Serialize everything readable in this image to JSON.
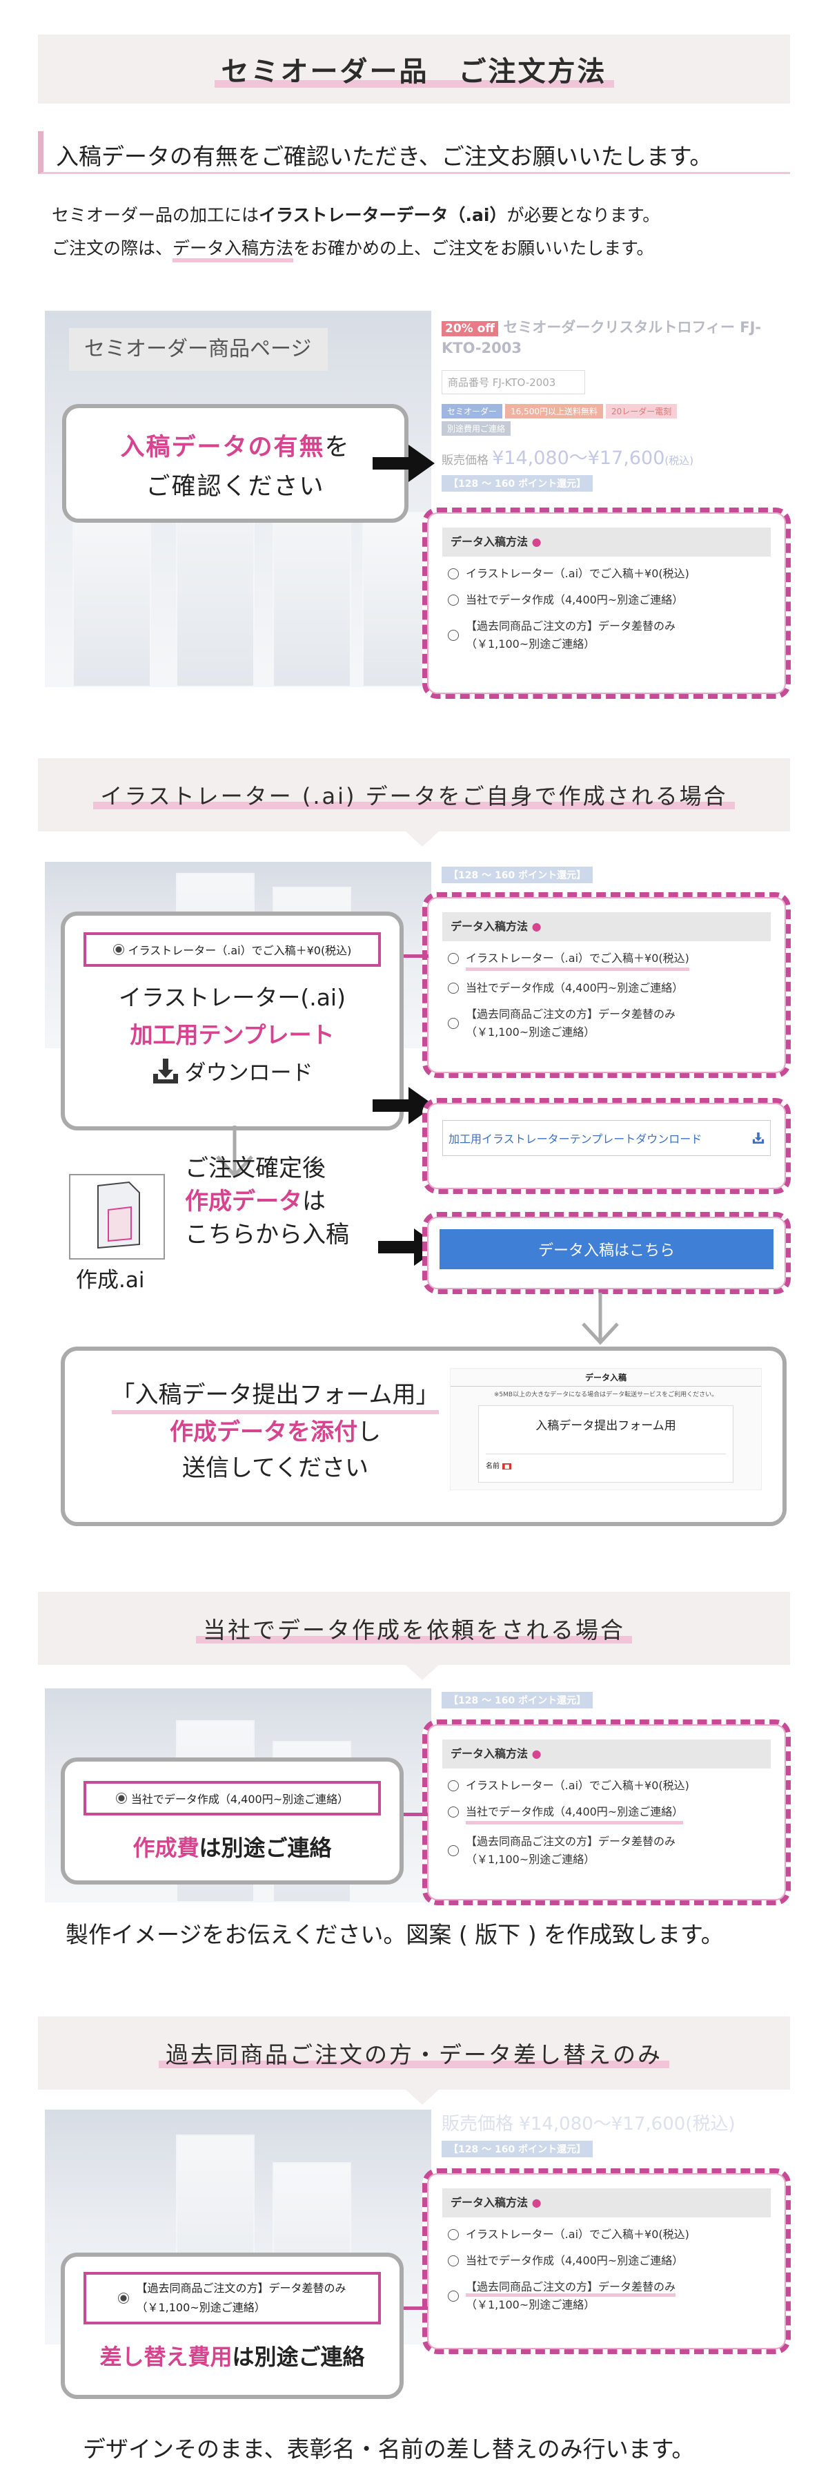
{
  "intro": {
    "title": "セミオーダー品　ご注文方法",
    "subheading": "入稿データの有無をご確認いただき、ご注文お願いいたします。",
    "line1_pre": "セミオーダー品の加工には",
    "line1_bold": "イラストレーターデータ（.ai）",
    "line1_post": "が必要となります。",
    "line2_pre": "ご注文の際は、",
    "line2_hl": "データ入稿方法",
    "line2_post": "をお確かめの上、ご注文をお願いいたします。"
  },
  "product": {
    "page_label": "セミオーダー商品ページ",
    "off_badge": "20% off",
    "name": "セミオーダークリスタルトロフィー FJ-KTO-2003",
    "code": "商品番号 FJ-KTO-2003",
    "tags": [
      "セミオーダー",
      "16,500円以上送料無料",
      "20レーダー電刻",
      "別途費用ご連絡"
    ],
    "price_label": "販売価格",
    "price": "¥14,080～¥17,600",
    "price_tax": "(税込)",
    "points": "【128 ～ 160 ポイント還元】",
    "callout_pink": "入稿データの有無",
    "callout_post": "を",
    "callout_line2": "ご確認ください"
  },
  "form": {
    "header": "データ入稿方法",
    "required_mark": "●",
    "opt1": "イラストレーター（.ai）でご入稿＋¥0(税込)",
    "opt2": "当社でデータ作成（4,400円~別途ご連絡）",
    "opt3_line1": "【過去同商品ご注文の方】データ差替のみ",
    "opt3_line2": "（￥1,100~別途ご連絡）"
  },
  "section1": {
    "title": "イラストレーター (.ai) データをご自身で作成される場合",
    "points": "【128 ～ 160 ポイント還元】",
    "selected_opt": "イラストレーター（.ai）でご入稿＋¥0(税込)",
    "callout_line1": "イラストレーター(.ai)",
    "callout_line2": "加工用テンプレート",
    "download_label": "ダウンロード",
    "template_link": "加工用イラストレーターテンプレートダウンロード",
    "file_label": "作成.ai",
    "after_line1": "ご注文確定後",
    "after_pink": "作成データ",
    "after_line2_post": "は",
    "after_line3": "こちらから入稿",
    "submit_button": "データ入稿はこちら",
    "form_line1": "「入稿データ提出フォーム用」",
    "form_pink": "作成データを添付",
    "form_pink_post": "し",
    "form_line3": "送信してください",
    "preview_header": "データ入稿",
    "preview_note": "※5MB以上の大きなデータになる場合はデータ転送サービスをご利用ください。",
    "preview_title": "入稿データ提出フォーム用",
    "preview_field": "名前"
  },
  "section2": {
    "title": "当社でデータ作成を依頼をされる場合",
    "points": "【128 ～ 160 ポイント還元】",
    "selected_opt": "当社でデータ作成（4,400円~別途ご連絡）",
    "cost_pink": "作成費",
    "cost_post": "は別途ご連絡",
    "note": "製作イメージをお伝えください。図案 ( 版下 ) を作成致します。"
  },
  "section3": {
    "title": "過去同商品ご注文の方・データ差し替えのみ",
    "price_faded": "販売価格 ¥14,080～¥17,600(税込)",
    "points": "【128 ～ 160 ポイント還元】",
    "selected_line1": "【過去同商品ご注文の方】データ差替のみ",
    "selected_line2": "（￥1,100~別途ご連絡）",
    "cost_pink": "差し替え費用",
    "cost_post": "は別途ご連絡",
    "note": "デザインそのまま、表彰名・名前の差し替えのみ行います。"
  },
  "colors": {
    "accent_pink": "#d6448f",
    "dashed_border": "#c64a95",
    "header_bg": "#f4efef",
    "button_blue": "#3f7fd6",
    "callout_border": "#aaaaaa"
  }
}
